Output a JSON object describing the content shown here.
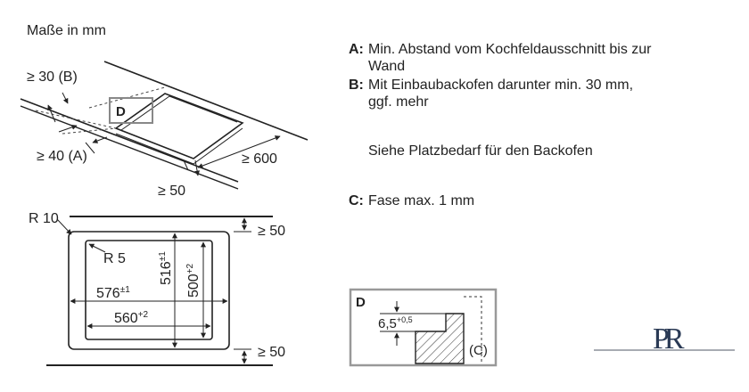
{
  "header": {
    "units_label": "Maße in mm"
  },
  "legend": {
    "a": {
      "key": "A:",
      "line1": "Min. Abstand vom Kochfeldausschnitt bis zur",
      "line2": "Wand"
    },
    "b": {
      "key": "B:",
      "line1": "Mit Einbaubackofen darunter min. 30 mm,",
      "line2": "ggf. mehr"
    },
    "oven_note": "Siehe Platzbedarf für den Backofen",
    "c": {
      "key": "C:",
      "line1": "Fase max. 1 mm"
    }
  },
  "iso_view": {
    "dim_b": "≥ 30 (B)",
    "dim_a": "≥ 40 (A)",
    "dim_depth": "≥ 600",
    "dim_front": "≥ 50",
    "detail_marker": "D"
  },
  "plan_view": {
    "radius_outer": "R 10",
    "radius_inner": "R 5",
    "dim_top": "≥ 50",
    "dim_bottom": "≥ 50",
    "width_outer": "576",
    "width_outer_tol": "±1",
    "width_inner": "560",
    "width_inner_tol": "+2",
    "height_outer": "516",
    "height_outer_tol": "±1",
    "height_inner": "500",
    "height_inner_tol": "+2"
  },
  "detail_view": {
    "label": "D",
    "dim_value": "6,5",
    "dim_tol": "+0,5",
    "chamfer_label": "(C)"
  },
  "logo": {
    "text": "PR"
  }
}
